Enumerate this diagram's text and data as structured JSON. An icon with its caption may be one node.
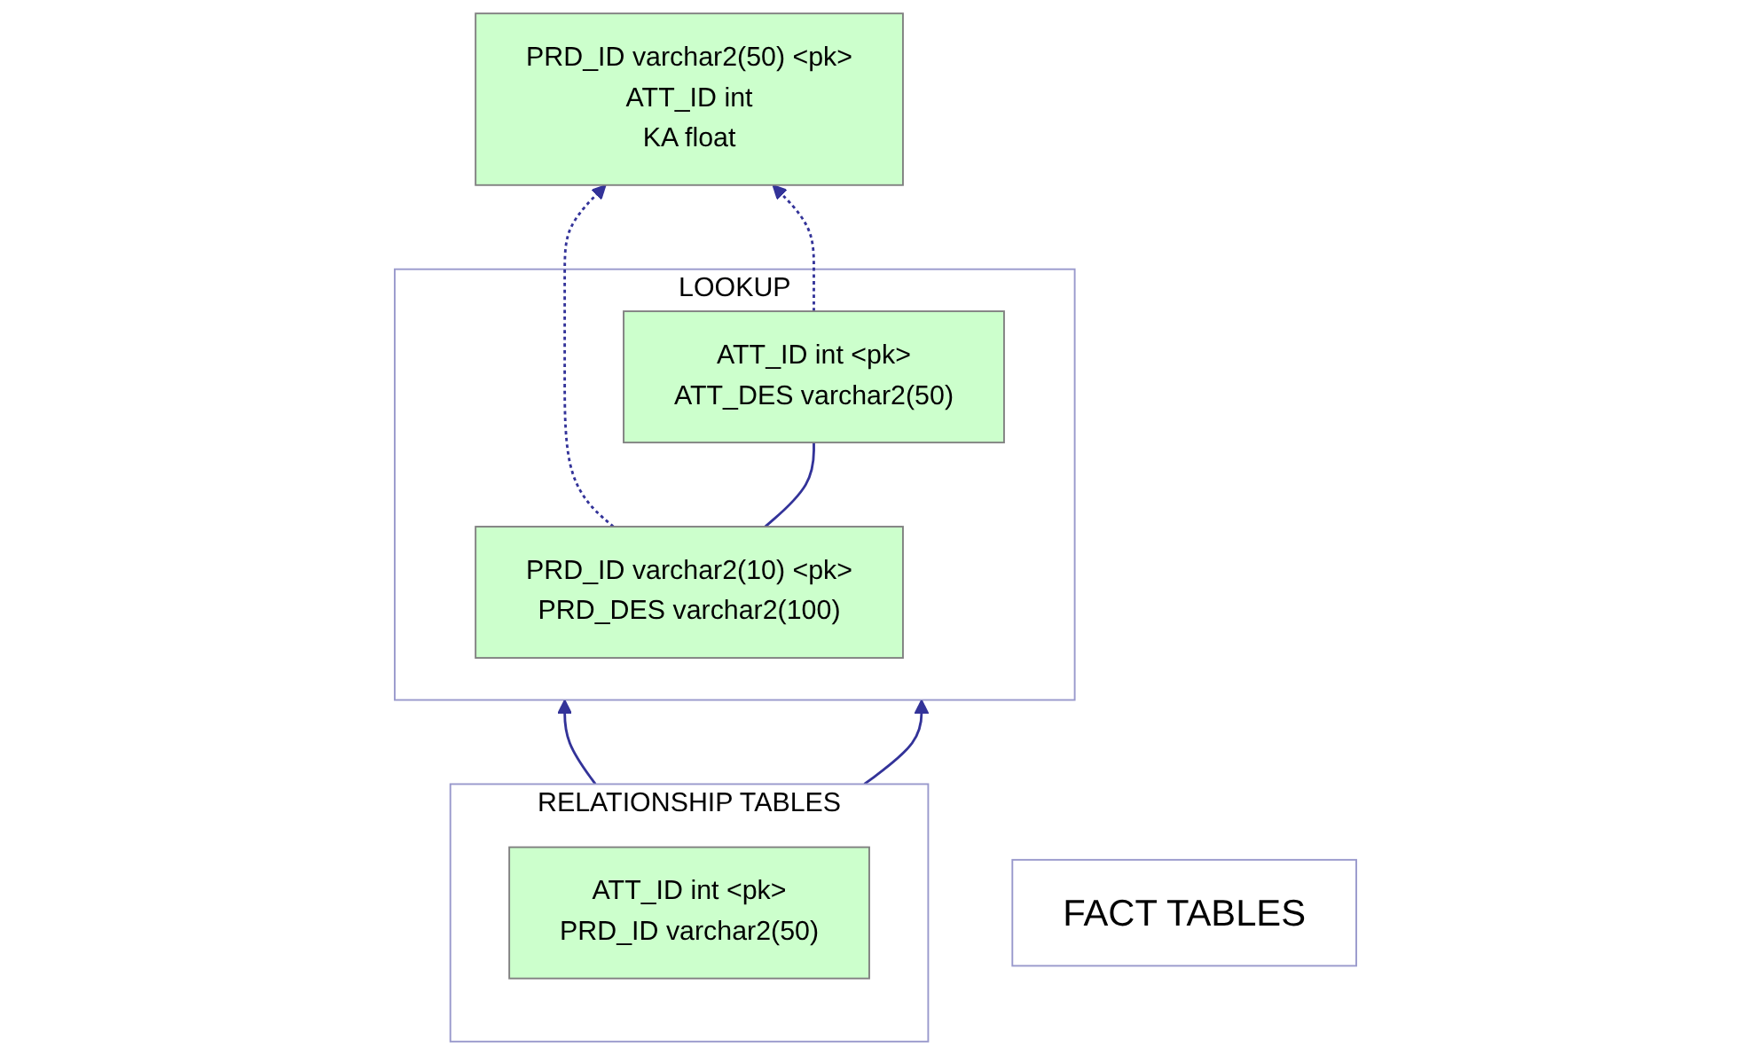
{
  "diagram": {
    "nodes": [
      {
        "text": [
          "LOOKUP"
        ]
      },
      {
        "text": [
          "PRD_ID varchar2(10) <pk>",
          "PRD_DES varchar2(100)"
        ],
        "in": 0
      },
      {
        "text": [
          "ATT_ID int <pk>",
          "ATT_DES varchar2(50)"
        ],
        "in": 0
      },
      {
        "text": [
          "FACT TABLES"
        ]
      },
      {
        "text": [
          "PRD_ID varchar2(50) <pk>",
          "ATT_ID int",
          "KA float"
        ]
      },
      {
        "text": [
          "RELATIONSHIP TABLES"
        ]
      },
      {
        "text": [
          "ATT_ID int <pk>",
          "PRD_ID varchar2(50)"
        ],
        "in": 5
      }
    ],
    "edges": [
      {
        "from": 1,
        "to": 2,
        "arrow": "none"
      },
      {
        "from": 1,
        "to": 4,
        "arrow": "to",
        "style": "dashed"
      },
      {
        "from": 2,
        "to": 4,
        "arrow": "to",
        "style": "dashed"
      },
      {
        "from": 5,
        "to": 0,
        "arrow": "to"
      },
      {
        "from": 5,
        "to": 0,
        "arrow": "to"
      }
    ]
  }
}
